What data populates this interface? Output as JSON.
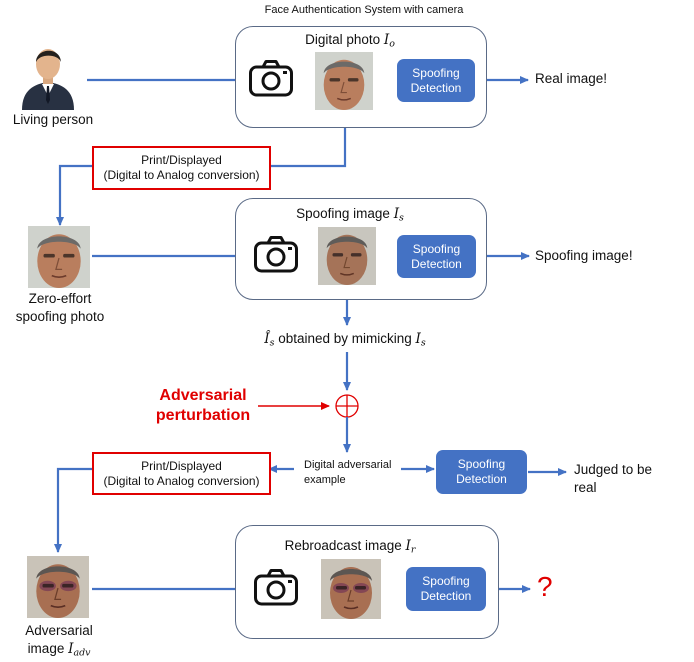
{
  "header": {
    "title": "Face Authentication System with camera"
  },
  "panels": {
    "digital": {
      "title": "Digital photo",
      "symbol": "I",
      "sub": "o"
    },
    "spoofing": {
      "title": "Spoofing image",
      "symbol": "I",
      "sub": "s"
    },
    "rebroadcast": {
      "title": "Rebroadcast image",
      "symbol": "I",
      "sub": "r"
    }
  },
  "spoof_label": "Spoofing\nDetection",
  "outcomes": {
    "real": "Real image!",
    "spoofing": "Spoofing image!",
    "judged": "Judged to be\nreal",
    "unknown": "?"
  },
  "print_label": "Print/Displayed\n(Digital to Analog conversion)",
  "labels": {
    "living_person": "Living person",
    "zero_effort": "Zero-effort\nspoofing photo",
    "mimic_symbol": "Î",
    "mimic_sub": "s",
    "mimic_text": " obtained by mimicking ",
    "mimic_symbol2": "I",
    "mimic_sub2": "s",
    "adversarial_perturbation": "Adversarial\nperturbation",
    "digital_adv": "Digital adversarial\nexample",
    "adv_image_text": "Adversarial\nimage ",
    "adv_symbol": "I",
    "adv_sub": "adv"
  },
  "colors": {
    "arrow": "#4472c4",
    "box_fill": "#4472c4",
    "red": "#e00000"
  }
}
